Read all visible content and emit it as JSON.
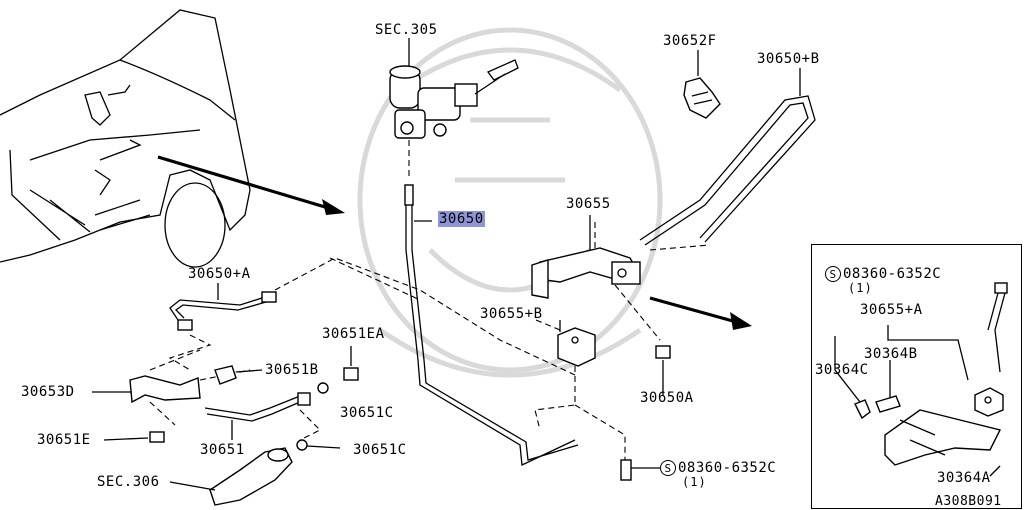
{
  "diagram": {
    "labels": {
      "sec305": "SEC.305",
      "p30652f": "30652F",
      "p30650b": "30650+B",
      "p30650": "30650",
      "p30655": "30655",
      "p30650a_plus": "30650+A",
      "p30655b": "30655+B",
      "p30651ea": "30651EA",
      "p30651b": "30651B",
      "p30653d": "30653D",
      "p30651c_1": "30651C",
      "p30650a": "30650A",
      "p30651e": "30651E",
      "p30651": "30651",
      "p30651c_2": "30651C",
      "sec306": "SEC.306",
      "bolt_main": "08360-6352C",
      "bolt_main_qty": "(1)",
      "diagram_id": "A308B091"
    },
    "inset": {
      "bolt": "08360-6352C",
      "bolt_qty": "(1)",
      "p30655a": "30655+A",
      "p30364b": "30364B",
      "p30364c": "30364C",
      "p30364a": "30364A"
    },
    "s_symbol": "S",
    "highlight_color": "#8e94d6"
  }
}
